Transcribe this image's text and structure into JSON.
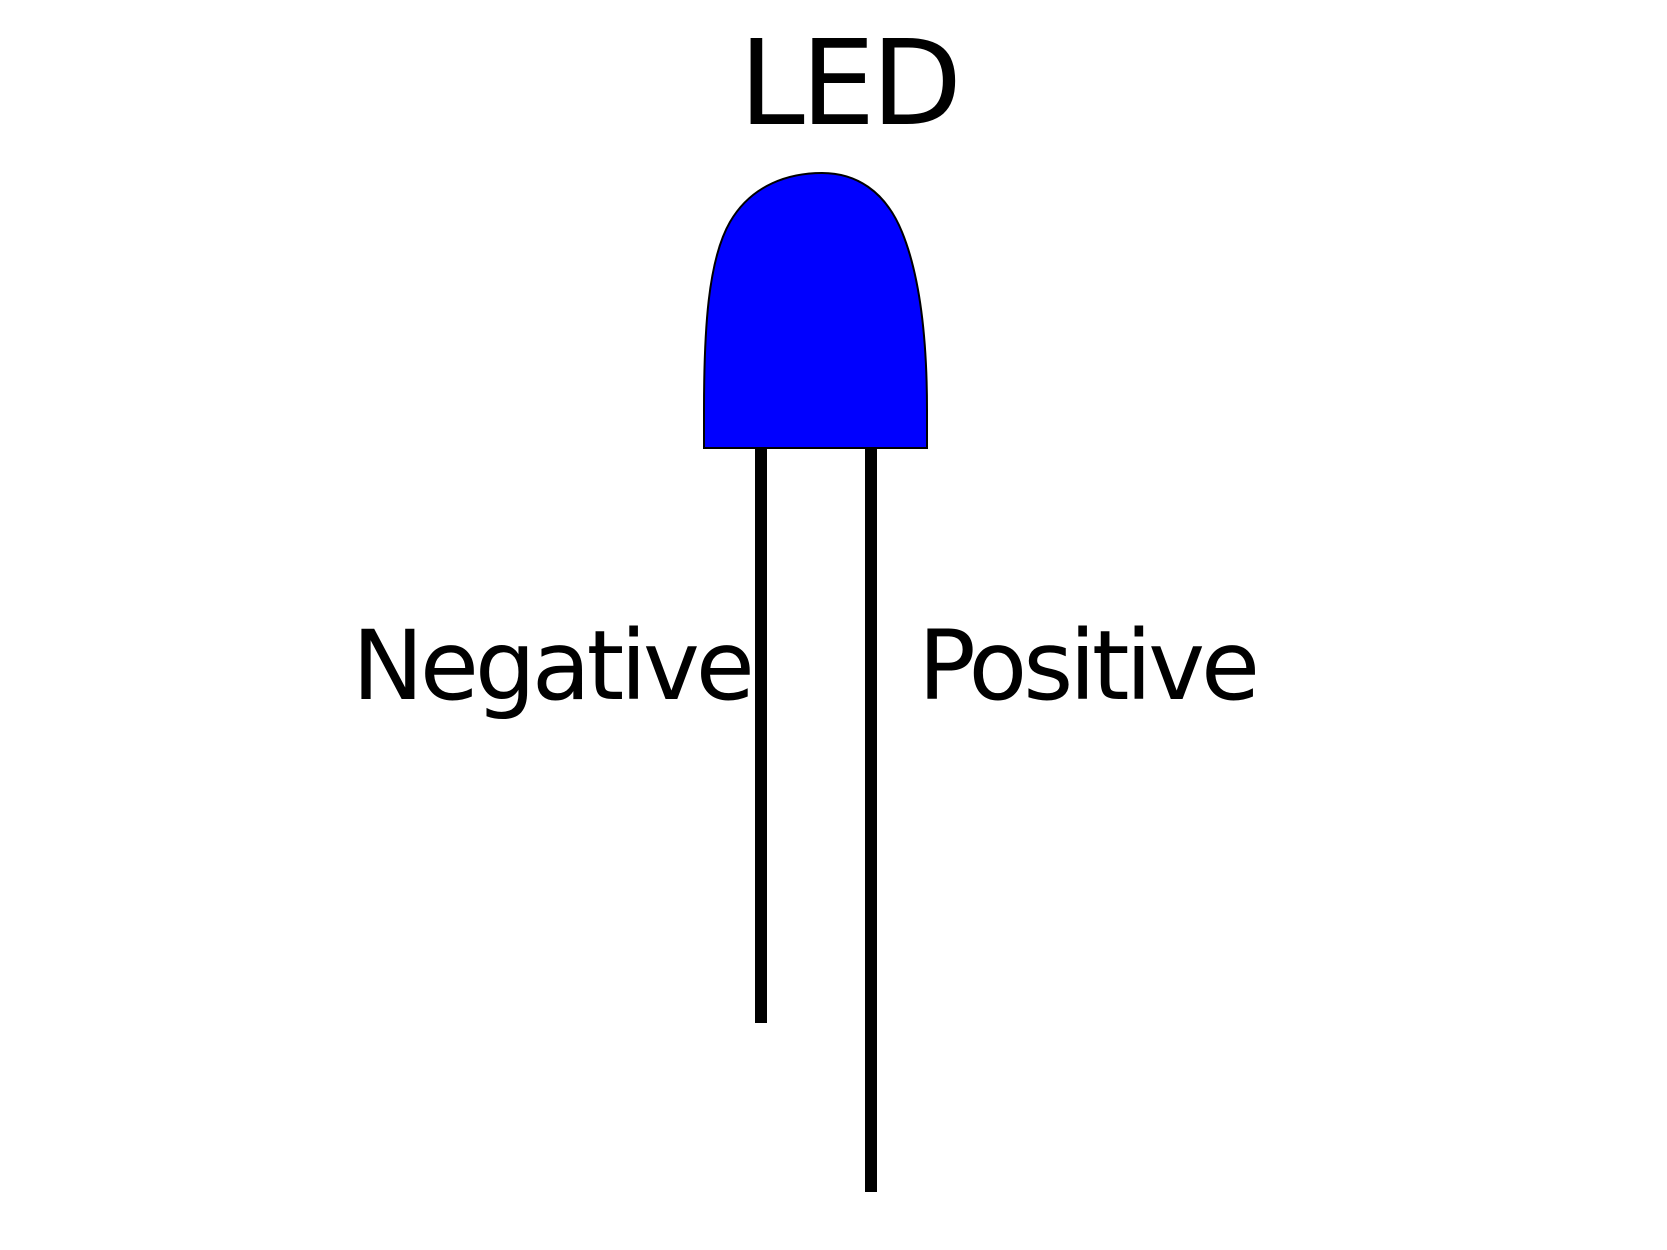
{
  "diagram": {
    "title": "LED",
    "labels": {
      "negative": "Negative",
      "positive": "Positive"
    },
    "components": {
      "led_body": {
        "shape": "dome",
        "fill_color": "#0000ff",
        "stroke_color": "#000000"
      },
      "negative_lead": {
        "name": "Negative",
        "color": "#000000",
        "length": "short"
      },
      "positive_lead": {
        "name": "Positive",
        "color": "#000000",
        "length": "long"
      }
    },
    "colors": {
      "background": "#ffffff",
      "led": "#0000ff",
      "text": "#000000",
      "leads": "#000000"
    }
  }
}
